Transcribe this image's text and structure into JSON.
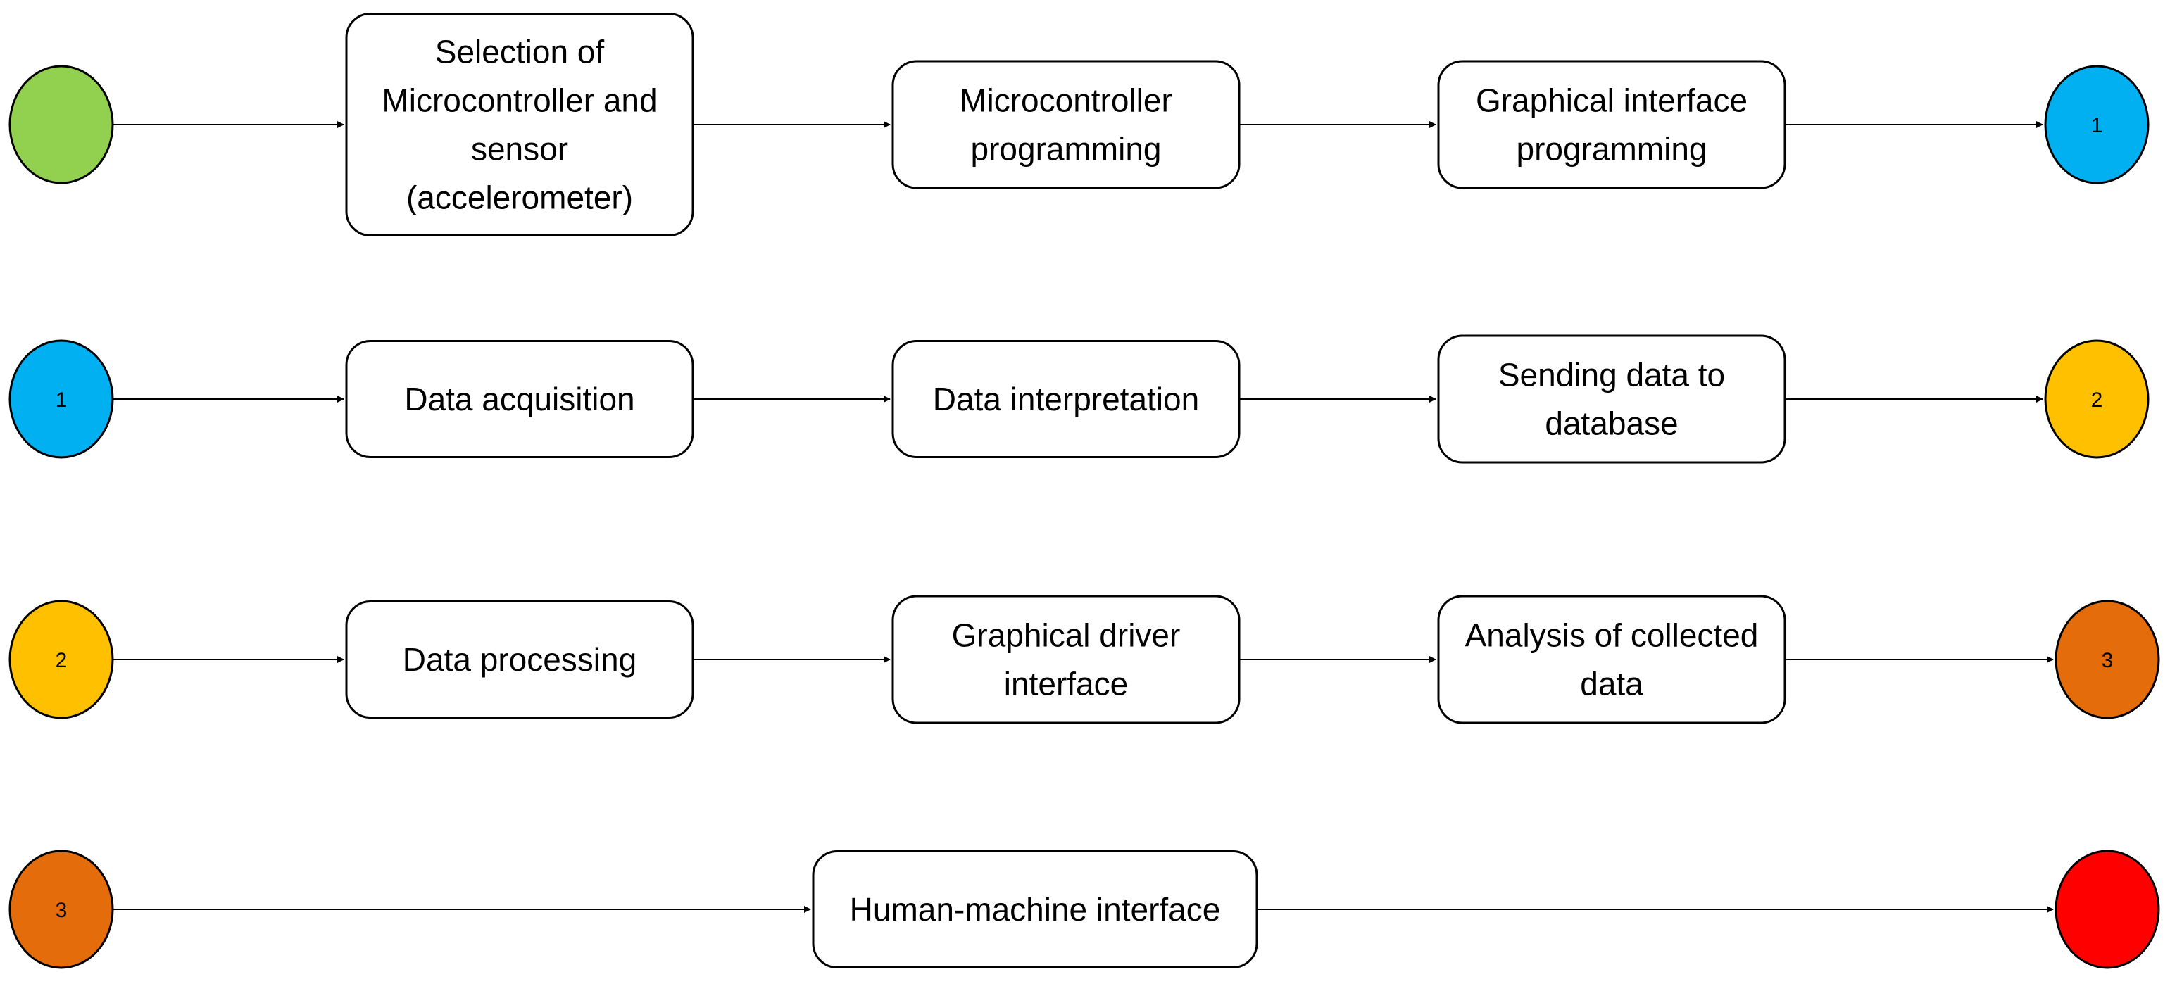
{
  "colors": {
    "start": "#92d050",
    "connector_1": "#00b0f0",
    "connector_2": "#ffc000",
    "connector_3": "#e46c0a",
    "end": "#ff0000",
    "stroke": "#000000",
    "box_fill": "#ffffff"
  },
  "rows": [
    {
      "start_node": {
        "label": "",
        "color_key": "start"
      },
      "steps": [
        {
          "lines": [
            "Selection of",
            "Microcontroller and",
            "sensor",
            "(accelerometer)"
          ]
        },
        {
          "lines": [
            "Microcontroller",
            "programming"
          ]
        },
        {
          "lines": [
            "Graphical interface",
            "programming"
          ]
        }
      ],
      "end_node": {
        "label": "1",
        "color_key": "connector_1"
      }
    },
    {
      "start_node": {
        "label": "1",
        "color_key": "connector_1"
      },
      "steps": [
        {
          "lines": [
            "Data acquisition"
          ]
        },
        {
          "lines": [
            "Data interpretation"
          ]
        },
        {
          "lines": [
            "Sending data to",
            "database"
          ]
        }
      ],
      "end_node": {
        "label": "2",
        "color_key": "connector_2"
      }
    },
    {
      "start_node": {
        "label": "2",
        "color_key": "connector_2"
      },
      "steps": [
        {
          "lines": [
            "Data processing"
          ]
        },
        {
          "lines": [
            "Graphical driver",
            "interface"
          ]
        },
        {
          "lines": [
            "Analysis of collected",
            "data"
          ]
        }
      ],
      "end_node": {
        "label": "3",
        "color_key": "connector_3"
      }
    },
    {
      "start_node": {
        "label": "3",
        "color_key": "connector_3"
      },
      "steps": [
        {
          "lines": [
            "Human-machine interface"
          ]
        }
      ],
      "end_node": {
        "label": "",
        "color_key": "end"
      }
    }
  ]
}
